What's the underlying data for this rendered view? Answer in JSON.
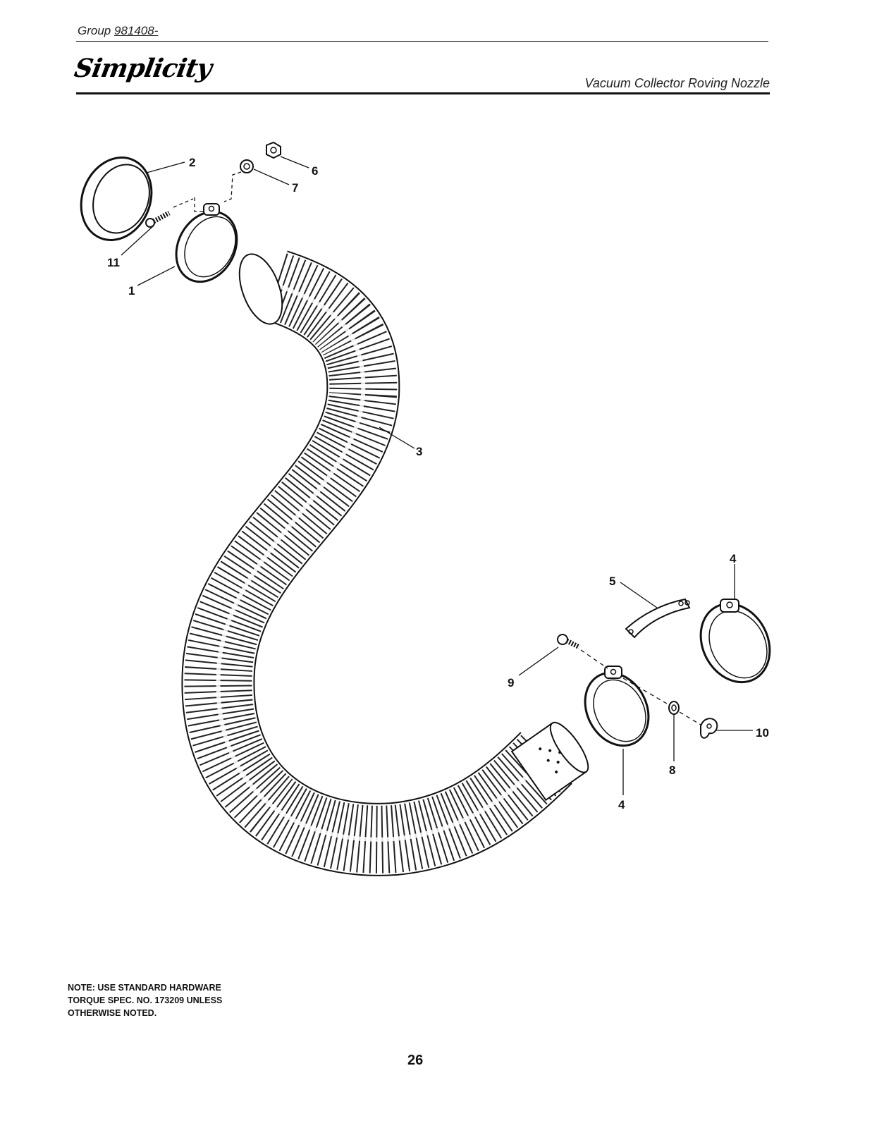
{
  "header": {
    "group_prefix": "Group ",
    "group_number": "981408-",
    "brand": "Simplicity",
    "section_title": "Vacuum Collector Roving Nozzle"
  },
  "diagram": {
    "callouts": [
      "1",
      "2",
      "3",
      "4",
      "4",
      "5",
      "6",
      "7",
      "8",
      "9",
      "10",
      "11"
    ]
  },
  "note": {
    "lines": [
      "NOTE:  USE STANDARD HARDWARE",
      "TORQUE SPEC. NO. 173209 UNLESS",
      "OTHERWISE NOTED."
    ]
  },
  "footer": {
    "page_number": "26"
  }
}
